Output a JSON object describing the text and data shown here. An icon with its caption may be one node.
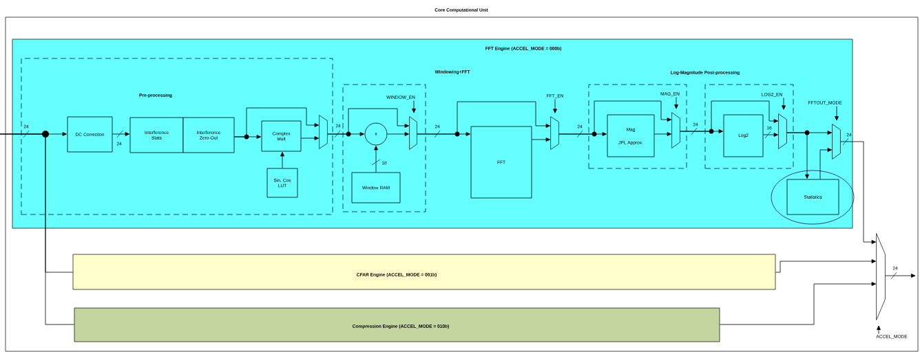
{
  "diagram": {
    "nodes": [
      {
        "text": [
          "Core Computational Unit"
        ]
      },
      {
        "text": [
          "FFT Engine (ACCEL_MODE = 000b)"
        ],
        "in": 0
      },
      {
        "text": [
          "Pre-processing"
        ],
        "in": 1
      },
      {
        "text": [
          "DC Correction"
        ],
        "in": 2
      },
      {
        "text": [
          "Interference Stats"
        ],
        "in": 2
      },
      {
        "text": [
          "Interference Zero-Out"
        ],
        "in": 2
      },
      {
        "text": [
          "Complex Mult"
        ],
        "in": 2
      },
      {
        "text": [
          "Sin, Cos LUT"
        ],
        "in": 2
      },
      {
        "text": [],
        "shape": "trapezoid",
        "in": 2
      },
      {
        "text": [],
        "shape": "box",
        "in": 1
      },
      {
        "text": [
          "x"
        ],
        "in": 9
      },
      {
        "text": [
          "Window RAM"
        ],
        "in": 9
      },
      {
        "text": [],
        "shape": "trapezoid",
        "in": 9
      },
      {
        "text": [
          "FFT"
        ],
        "in": 1
      },
      {
        "text": [],
        "shape": "trapezoid",
        "in": 1
      },
      {
        "text": [],
        "shape": "box",
        "in": 1
      },
      {
        "text": [
          "Mag",
          "JPL Approx."
        ],
        "in": 15
      },
      {
        "text": [],
        "shape": "trapezoid",
        "in": 15
      },
      {
        "text": [],
        "shape": "box",
        "in": 1
      },
      {
        "text": [
          "Log2"
        ],
        "in": 18
      },
      {
        "text": [],
        "shape": "trapezoid",
        "in": 18
      },
      {
        "text": [],
        "shape": "trapezoid",
        "in": 1
      },
      {
        "text": [
          "Statistics"
        ],
        "in": 1
      },
      {
        "text": [
          "CFAR Engine (ACCEL_MODE = 001b)"
        ],
        "in": 0
      },
      {
        "text": [
          "Compression Engine (ACCEL_MODE = 010b)"
        ],
        "in": 0
      },
      {
        "text": [],
        "shape": "trapezoid",
        "in": 0
      },
      {
        "text": [
          "WINDOW_EN"
        ],
        "in": 9
      },
      {
        "text": [
          "FFT_EN"
        ],
        "in": 1
      },
      {
        "text": [
          "MAG_EN"
        ],
        "in": 15
      },
      {
        "text": [
          "LOG2_EN"
        ],
        "in": 18
      },
      {
        "text": [
          "FFTOUT_MODE"
        ],
        "in": 1
      },
      {
        "text": [
          "ACCEL_MODE"
        ],
        "in": 0
      }
    ],
    "edges": [
      {
        "from": null,
        "to": 3,
        "arrow": "to",
        "label": "24"
      },
      {
        "from": null,
        "to": 23,
        "arrow": "none"
      },
      {
        "from": null,
        "to": 24,
        "arrow": "none"
      },
      {
        "from": 3,
        "to": 4,
        "arrow": "to",
        "label": "24"
      },
      {
        "from": 5,
        "to": 6,
        "arrow": "to"
      },
      {
        "from": 5,
        "to": 8,
        "arrow": "to"
      },
      {
        "from": 6,
        "to": 8,
        "arrow": "to"
      },
      {
        "from": 7,
        "to": 6,
        "arrow": "to"
      },
      {
        "from": 8,
        "to": 10,
        "arrow": "to",
        "label": "24"
      },
      {
        "from": 8,
        "to": 12,
        "arrow": "to"
      },
      {
        "from": 10,
        "to": 12,
        "arrow": "to"
      },
      {
        "from": 11,
        "to": 10,
        "arrow": "to",
        "label": "18"
      },
      {
        "from": 26,
        "to": 12,
        "arrow": "to"
      },
      {
        "from": 12,
        "to": 13,
        "arrow": "to",
        "label": "24"
      },
      {
        "from": 12,
        "to": 14,
        "arrow": "to"
      },
      {
        "from": 13,
        "to": 14,
        "arrow": "to"
      },
      {
        "from": 27,
        "to": 14,
        "arrow": "to"
      },
      {
        "from": 14,
        "to": 16,
        "arrow": "to",
        "label": "24"
      },
      {
        "from": 14,
        "to": 17,
        "arrow": "to"
      },
      {
        "from": 16,
        "to": 17,
        "arrow": "to"
      },
      {
        "from": 28,
        "to": 17,
        "arrow": "to"
      },
      {
        "from": 17,
        "to": 19,
        "arrow": "to",
        "label": "24"
      },
      {
        "from": 17,
        "to": 20,
        "arrow": "to"
      },
      {
        "from": 19,
        "to": 20,
        "arrow": "to",
        "label": "16"
      },
      {
        "from": 29,
        "to": 20,
        "arrow": "to"
      },
      {
        "from": 20,
        "to": 21,
        "arrow": "to"
      },
      {
        "from": 20,
        "to": 22,
        "arrow": "to"
      },
      {
        "from": 22,
        "to": 21,
        "arrow": "to"
      },
      {
        "from": 30,
        "to": 21,
        "arrow": "to"
      },
      {
        "from": 21,
        "to": 25,
        "arrow": "to",
        "label": "24"
      },
      {
        "from": 23,
        "to": 25,
        "arrow": "to"
      },
      {
        "from": 24,
        "to": 25,
        "arrow": "to"
      },
      {
        "from": 31,
        "to": 25,
        "arrow": "to"
      },
      {
        "from": 25,
        "to": null,
        "arrow": "to",
        "label": "24"
      }
    ],
    "labels": [
      "Windowing+FFT",
      "Log-Magnitude Post-processing"
    ]
  }
}
